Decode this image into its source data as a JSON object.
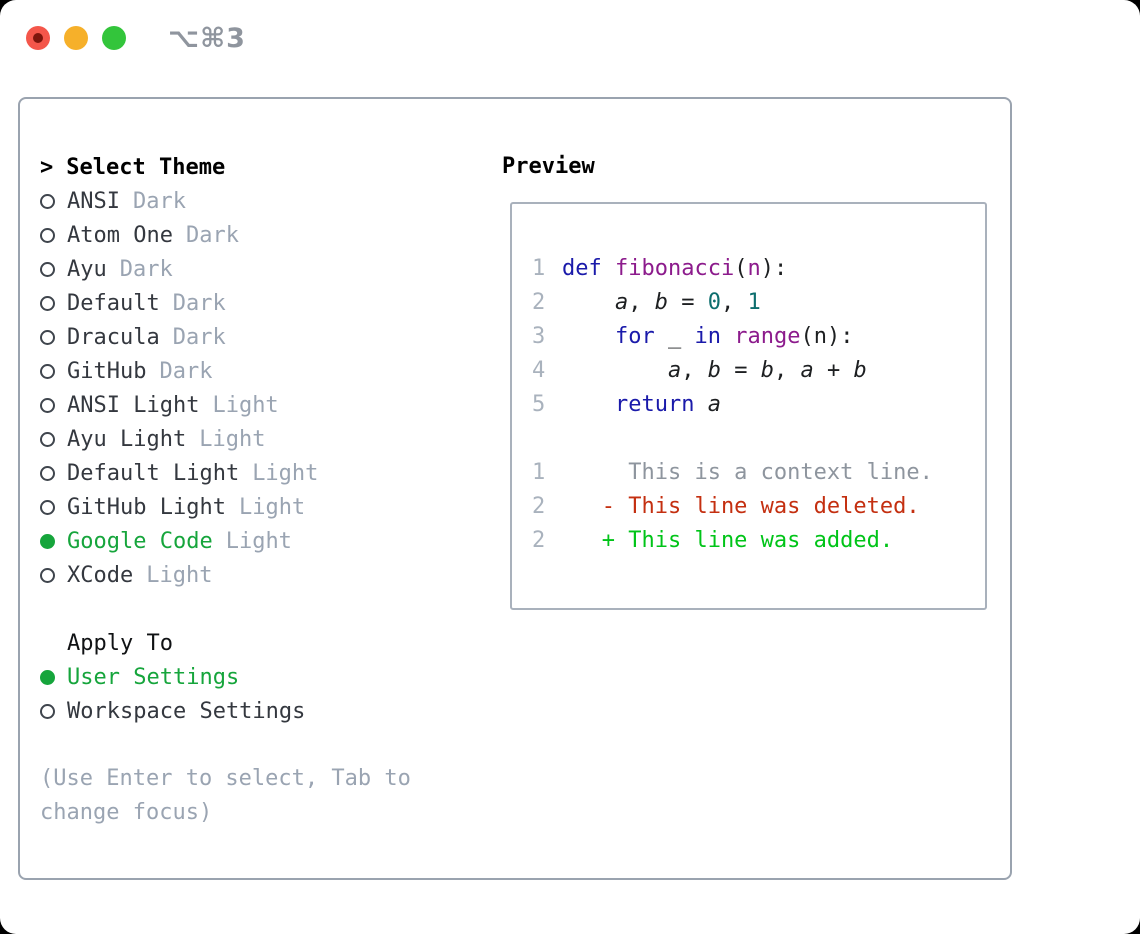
{
  "window": {
    "shortcut": "⌥⌘3",
    "traffic_lights": [
      "close-red",
      "minimize-yellow",
      "zoom-green"
    ]
  },
  "theme_panel": {
    "header_prefix": ">",
    "header": "Select Theme",
    "items": [
      {
        "name": "ANSI",
        "variant": "Dark",
        "selected": false
      },
      {
        "name": "Atom One",
        "variant": "Dark",
        "selected": false
      },
      {
        "name": "Ayu",
        "variant": "Dark",
        "selected": false
      },
      {
        "name": "Default",
        "variant": "Dark",
        "selected": false
      },
      {
        "name": "Dracula",
        "variant": "Dark",
        "selected": false
      },
      {
        "name": "GitHub",
        "variant": "Dark",
        "selected": false
      },
      {
        "name": "ANSI Light",
        "variant": "Light",
        "selected": false
      },
      {
        "name": "Ayu Light",
        "variant": "Light",
        "selected": false
      },
      {
        "name": "Default Light",
        "variant": "Light",
        "selected": false
      },
      {
        "name": "GitHub Light",
        "variant": "Light",
        "selected": false
      },
      {
        "name": "Google Code",
        "variant": "Light",
        "selected": true
      },
      {
        "name": "XCode",
        "variant": "Light",
        "selected": false
      }
    ]
  },
  "apply_to": {
    "header": "Apply To",
    "options": [
      {
        "label": "User Settings",
        "selected": true
      },
      {
        "label": "Workspace Settings",
        "selected": false
      }
    ]
  },
  "help_text": "(Use Enter to select, Tab to change focus)",
  "preview": {
    "header": "Preview",
    "code_lines": [
      {
        "num": "1",
        "tokens": [
          {
            "t": "def",
            "c": "kwd"
          },
          {
            "t": " ",
            "c": "pln"
          },
          {
            "t": "fibonacci",
            "c": "fn"
          },
          {
            "t": "(",
            "c": "pln"
          },
          {
            "t": "n",
            "c": "fn"
          },
          {
            "t": "):",
            "c": "pln"
          }
        ]
      },
      {
        "num": "2",
        "tokens": [
          {
            "t": "    ",
            "c": "pln"
          },
          {
            "t": "a",
            "c": "var"
          },
          {
            "t": ", ",
            "c": "pln"
          },
          {
            "t": "b",
            "c": "var"
          },
          {
            "t": " = ",
            "c": "pln"
          },
          {
            "t": "0",
            "c": "num"
          },
          {
            "t": ", ",
            "c": "pln"
          },
          {
            "t": "1",
            "c": "num"
          }
        ]
      },
      {
        "num": "3",
        "tokens": [
          {
            "t": "    ",
            "c": "pln"
          },
          {
            "t": "for",
            "c": "kwd"
          },
          {
            "t": " _ ",
            "c": "pln"
          },
          {
            "t": "in",
            "c": "kwd"
          },
          {
            "t": " ",
            "c": "pln"
          },
          {
            "t": "range",
            "c": "fn"
          },
          {
            "t": "(n):",
            "c": "pln"
          }
        ]
      },
      {
        "num": "4",
        "tokens": [
          {
            "t": "        ",
            "c": "pln"
          },
          {
            "t": "a",
            "c": "var"
          },
          {
            "t": ", ",
            "c": "pln"
          },
          {
            "t": "b",
            "c": "var"
          },
          {
            "t": " = ",
            "c": "pln"
          },
          {
            "t": "b",
            "c": "var"
          },
          {
            "t": ", ",
            "c": "pln"
          },
          {
            "t": "a",
            "c": "var"
          },
          {
            "t": " + ",
            "c": "pln"
          },
          {
            "t": "b",
            "c": "var"
          }
        ]
      },
      {
        "num": "5",
        "tokens": [
          {
            "t": "    ",
            "c": "pln"
          },
          {
            "t": "return",
            "c": "kwd"
          },
          {
            "t": " ",
            "c": "pln"
          },
          {
            "t": "a",
            "c": "var"
          }
        ]
      }
    ],
    "diff_lines": [
      {
        "num": "1",
        "kind": "context",
        "text": "     This is a context line."
      },
      {
        "num": "2",
        "kind": "deleted",
        "text": "   - This line was deleted."
      },
      {
        "num": "2",
        "kind": "added",
        "text": "   + This line was added."
      }
    ]
  },
  "colors": {
    "accent_green": "#16a53c",
    "diff_added": "#00c418",
    "diff_deleted": "#c42f10",
    "diff_context": "#8e959e",
    "keyword_blue": "#1a1aaa",
    "function_purple": "#8c1b8c",
    "literal_teal": "#0d6e6e",
    "muted_gray": "#9aa4b2",
    "line_number_gray": "#a9b2bd",
    "border_gray": "#9aa3af",
    "traffic_red": "#f4564a",
    "traffic_yellow": "#f6b02a",
    "traffic_green": "#33c53b"
  }
}
